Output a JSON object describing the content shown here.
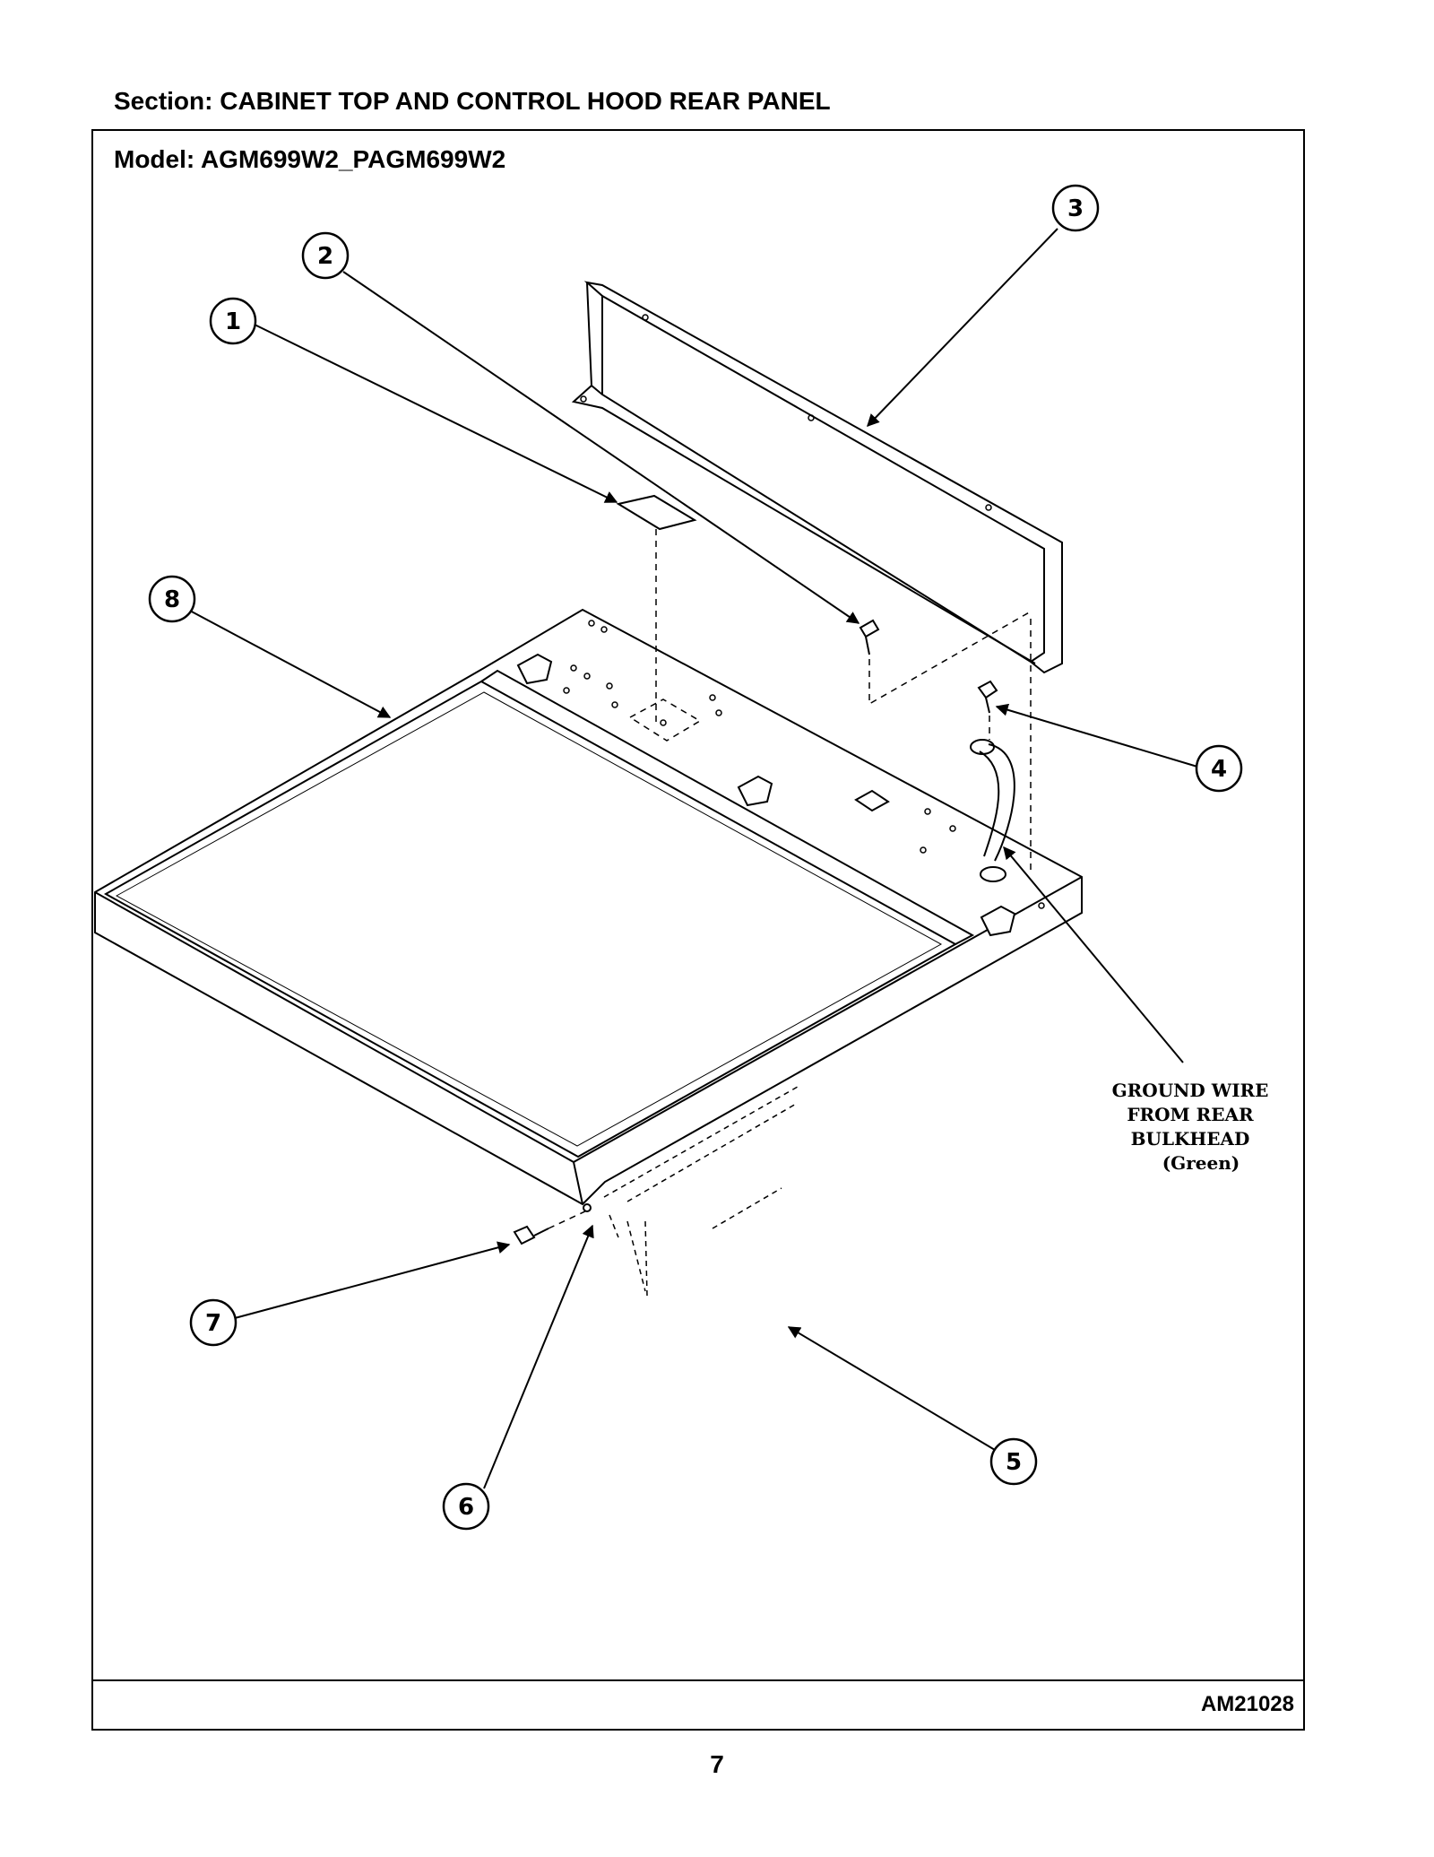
{
  "header": {
    "section_label": "Section:  CABINET TOP AND CONTROL HOOD REAR PANEL",
    "model_label": "Model:  AGM699W2_PAGM699W2"
  },
  "callouts": [
    "1",
    "2",
    "3",
    "4",
    "5",
    "6",
    "7",
    "8"
  ],
  "ground_wire_note": [
    "GROUND WIRE",
    "FROM REAR",
    "BULKHEAD",
    "(Green)"
  ],
  "footer": {
    "doc_code": "AM21028",
    "page_number": "7"
  }
}
